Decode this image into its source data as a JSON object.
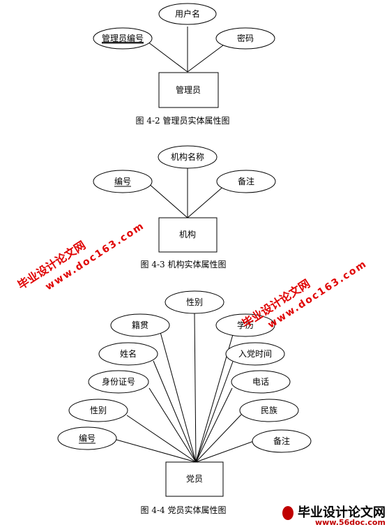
{
  "diagrams": [
    {
      "entity": "管理员",
      "caption": "图 4-2 管理员实体属性图",
      "attributes": [
        {
          "label": "用户名",
          "key": false
        },
        {
          "label": "管理员编号",
          "key": true
        },
        {
          "label": "密码",
          "key": false
        }
      ]
    },
    {
      "entity": "机构",
      "caption": "图 4-3 机构实体属性图",
      "attributes": [
        {
          "label": "机构名称",
          "key": false
        },
        {
          "label": "编号",
          "key": true
        },
        {
          "label": "备注",
          "key": false
        }
      ]
    },
    {
      "entity": "党员",
      "caption": "图 4-4 党员实体属性图",
      "attributes": [
        {
          "label": "性别",
          "key": false
        },
        {
          "label": "籍贯",
          "key": false
        },
        {
          "label": "学历",
          "key": false
        },
        {
          "label": "姓名",
          "key": false
        },
        {
          "label": "入党时间",
          "key": false
        },
        {
          "label": "身份证号",
          "key": false
        },
        {
          "label": "电话",
          "key": false
        },
        {
          "label": "性别",
          "key": false
        },
        {
          "label": "民族",
          "key": false
        },
        {
          "label": "编号",
          "key": true
        },
        {
          "label": "备注",
          "key": false
        }
      ]
    }
  ],
  "watermark": {
    "site_name": "毕业设计论文网",
    "url": "www.doc163.com"
  },
  "logo": {
    "name": "毕业设计论文网",
    "url": "www.56doc.com"
  }
}
